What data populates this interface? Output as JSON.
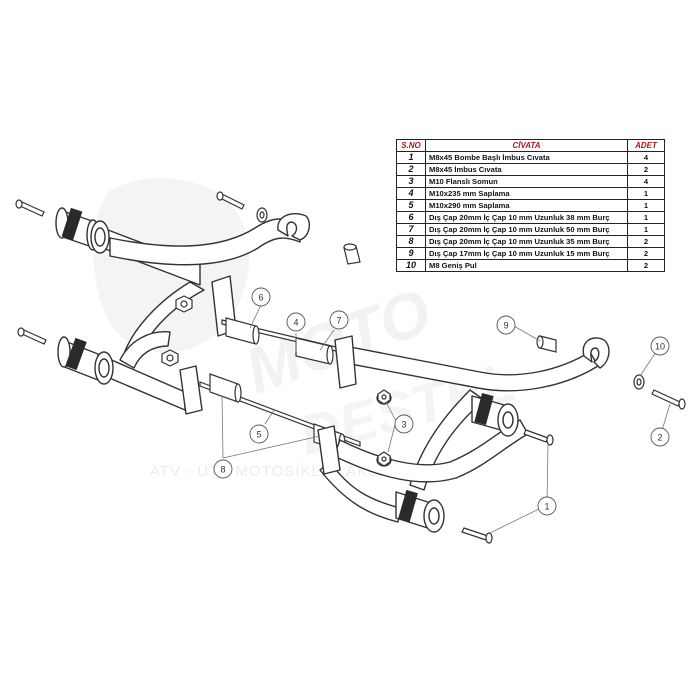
{
  "table": {
    "headers": {
      "no": "S.NO",
      "desc": "CİVATA",
      "qty": "ADET"
    },
    "rows": [
      {
        "no": "1",
        "desc": "M8x45 Bombe Başlı İmbus Cıvata",
        "qty": "4"
      },
      {
        "no": "2",
        "desc": "M8x45 İmbus Cıvata",
        "qty": "2"
      },
      {
        "no": "3",
        "desc": "M10 Flanslı Somun",
        "qty": "4"
      },
      {
        "no": "4",
        "desc": "M10x235 mm Saplama",
        "qty": "1"
      },
      {
        "no": "5",
        "desc": "M10x290 mm Saplama",
        "qty": "1"
      },
      {
        "no": "6",
        "desc": "Dış Çap 20mm İç Çap 10 mm Uzunluk 38 mm Burç",
        "qty": "1"
      },
      {
        "no": "7",
        "desc": "Dış Çap 20mm İç Çap 10 mm Uzunluk 50 mm Burç",
        "qty": "1"
      },
      {
        "no": "8",
        "desc": "Dış Çap 20mm İç Çap 10 mm Uzunluk 35 mm Burç",
        "qty": "2"
      },
      {
        "no": "9",
        "desc": "Dış Çap 17mm İç Çap 10 mm Uzunluk 15 mm Burç",
        "qty": "2"
      },
      {
        "no": "10",
        "desc": "M8 Geniş Pul",
        "qty": "2"
      }
    ]
  },
  "callouts": {
    "c1": "1",
    "c2": "2",
    "c3": "3",
    "c4": "4",
    "c5": "5",
    "c6": "6",
    "c7": "7",
    "c8": "8",
    "c9": "9",
    "c10": "10"
  },
  "watermark": {
    "brand": "MOTO",
    "brand2": "DESTEL",
    "tagline": "ATV - ÜTV MOTOSİKLET AKSAMANLARI"
  },
  "colors": {
    "line": "#333333",
    "callout": "#555555",
    "header_text": "#b0161d",
    "watermark": "#f1f1f1"
  }
}
